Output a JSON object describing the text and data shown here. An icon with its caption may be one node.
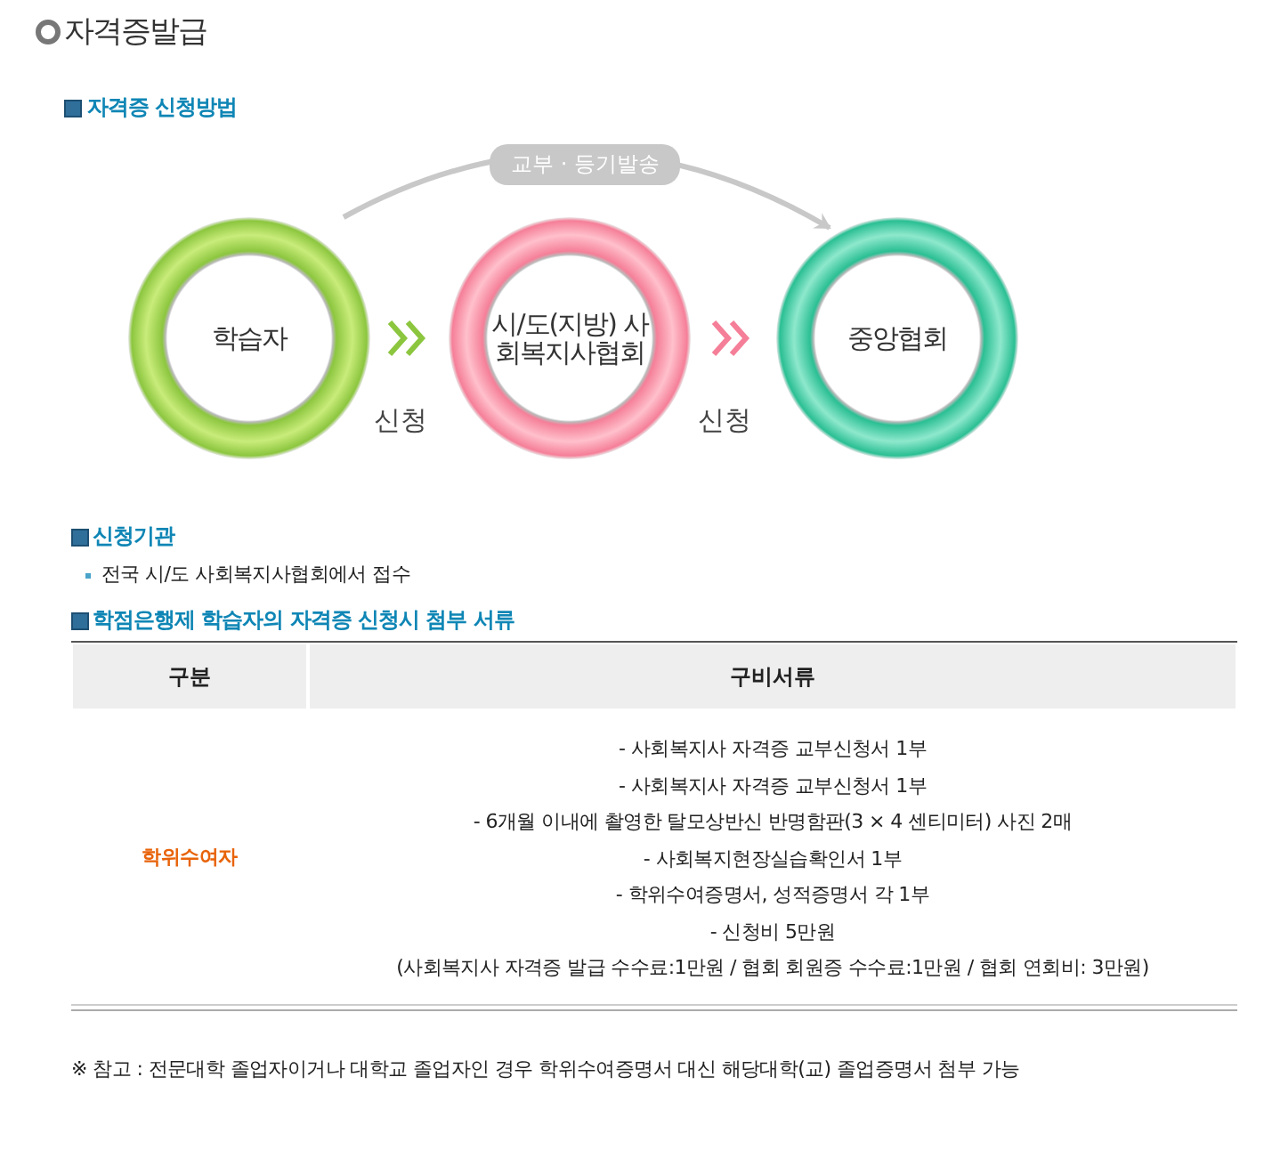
{
  "diagram": {
    "title": "자격증발급",
    "nodes": [
      {
        "text": [
          "학습자"
        ]
      },
      {
        "text": [
          "시/도(지방) 사회복지사협회"
        ]
      },
      {
        "text": [
          "중앙협회"
        ]
      }
    ],
    "edges": [
      {
        "from": 0,
        "to": 1,
        "arrow": "to",
        "label": "신청",
        "color": "#8cc63f"
      },
      {
        "from": 1,
        "to": 2,
        "arrow": "to",
        "label": "신청",
        "color": "#f57f98"
      },
      {
        "from": 0,
        "to": 2,
        "arrow": "to",
        "label": "교부 · 등기발송",
        "color": "#c8c8c8"
      }
    ],
    "labels": [
      "자격증 신청방법",
      "신청기관",
      "전국 시/도 사회복지사협회에서 접수",
      "학점은행제 학습자의 자격증 신청시 첨부 서류",
      "구분",
      "구비서류",
      "학위수여자",
      "- 사회복지사 자격증 교부신청서 1부",
      "- 사회복지사 자격증 교부신청서 1부",
      "- 6개월 이내에 촬영한 탈모상반신 반명함판(3 × 4 센티미터) 사진 2매",
      "- 사회복지현장실습확인서 1부",
      "- 학위수여증명서, 성적증명서 각 1부",
      "- 신청비 5만원",
      "(사회복지사 자격증 발급 수수료:1만원 / 협회 회원증 수수료:1만원 / 협회 연회비: 3만원)",
      "※ 참고 : 전문대학 졸업자이거나 대학교 졸업자인 경우 학위수여증명서 대신 해당대학(교) 졸업증명서 첨부 가능"
    ]
  }
}
